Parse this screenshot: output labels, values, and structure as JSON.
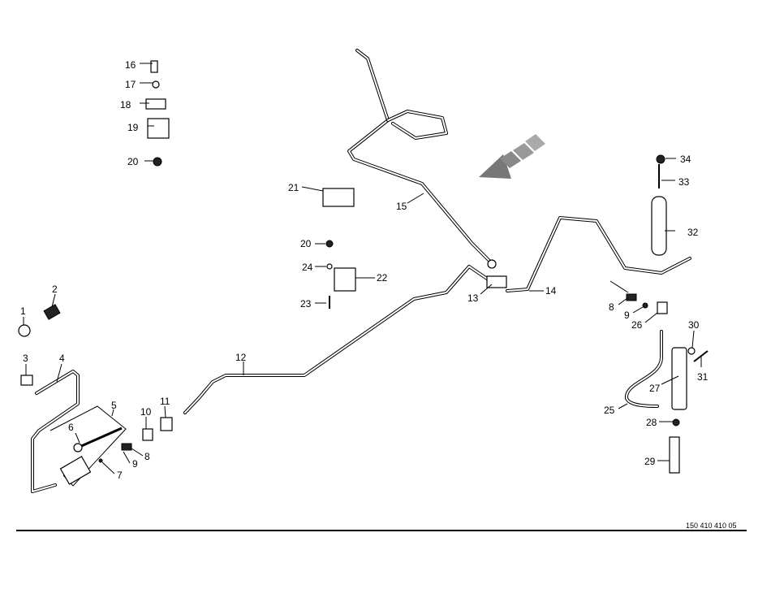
{
  "drawing_number": "150 410 410 05",
  "callouts": {
    "c1": "1",
    "c2": "2",
    "c3": "3",
    "c4": "4",
    "c5": "5",
    "c6": "6",
    "c7": "7",
    "c8a": "8",
    "c9a": "9",
    "c10": "10",
    "c11": "11",
    "c12": "12",
    "c13": "13",
    "c14": "14",
    "c15": "15",
    "c16": "16",
    "c17": "17",
    "c18": "18",
    "c19": "19",
    "c20a": "20",
    "c20b": "20",
    "c21": "21",
    "c22": "22",
    "c23": "23",
    "c24": "24",
    "c8b": "8",
    "c9b": "9",
    "c25": "25",
    "c26": "26",
    "c27": "27",
    "c28": "28",
    "c29": "29",
    "c30": "30",
    "c31": "31",
    "c32": "32",
    "c33": "33",
    "c34": "34"
  }
}
